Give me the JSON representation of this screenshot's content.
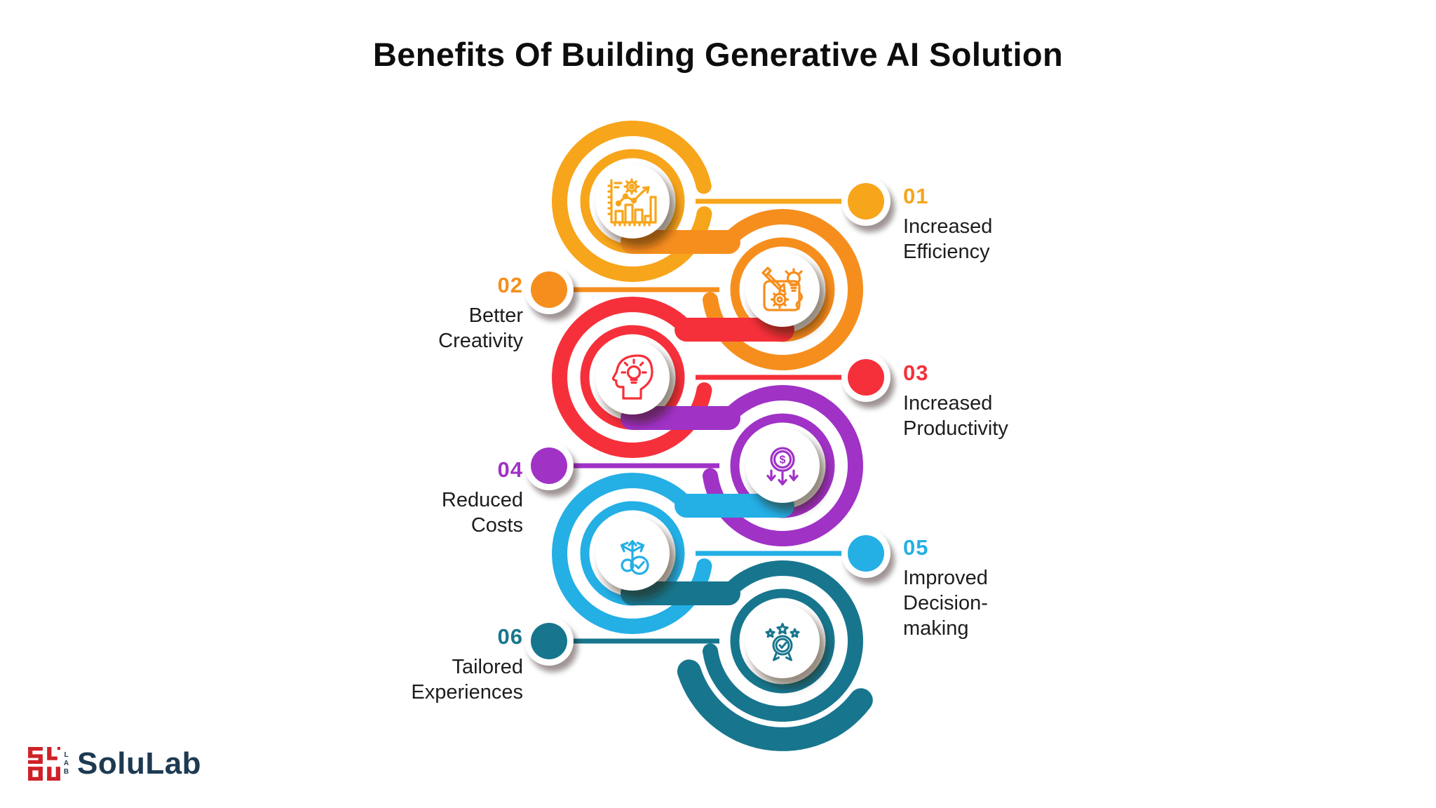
{
  "title": "Benefits Of Building Generative AI Solution",
  "items": [
    {
      "number": "01",
      "label": [
        "Increased",
        "Efficiency"
      ],
      "color": "#F7A51B",
      "side": "right",
      "icon": "bar-chart-growth-icon"
    },
    {
      "number": "02",
      "label": [
        "Better",
        "Creativity"
      ],
      "color": "#F68E1E",
      "side": "left",
      "icon": "blueprint-creativity-icon"
    },
    {
      "number": "03",
      "label": [
        "Increased",
        "Productivity"
      ],
      "color": "#F6303A",
      "side": "right",
      "icon": "head-idea-icon"
    },
    {
      "number": "04",
      "label": [
        "Reduced",
        "Costs"
      ],
      "color": "#A032C6",
      "side": "left",
      "icon": "reduced-cost-icon"
    },
    {
      "number": "05",
      "label": [
        "Improved",
        "Decision-",
        "making"
      ],
      "color": "#24AFE5",
      "side": "right",
      "icon": "decision-paths-icon"
    },
    {
      "number": "06",
      "label": [
        "Tailored",
        "Experiences"
      ],
      "color": "#17768D",
      "side": "left",
      "icon": "top-rated-icon"
    }
  ],
  "logo": {
    "name": "SoluLab",
    "mark_sub": "LAB"
  },
  "colors": {
    "background": "#FFFFFF",
    "title_text": "#0D0D0D",
    "label_text": "#1D1D1D",
    "logo_text": "#1E3A52",
    "logo_mark": "#CE2127"
  }
}
